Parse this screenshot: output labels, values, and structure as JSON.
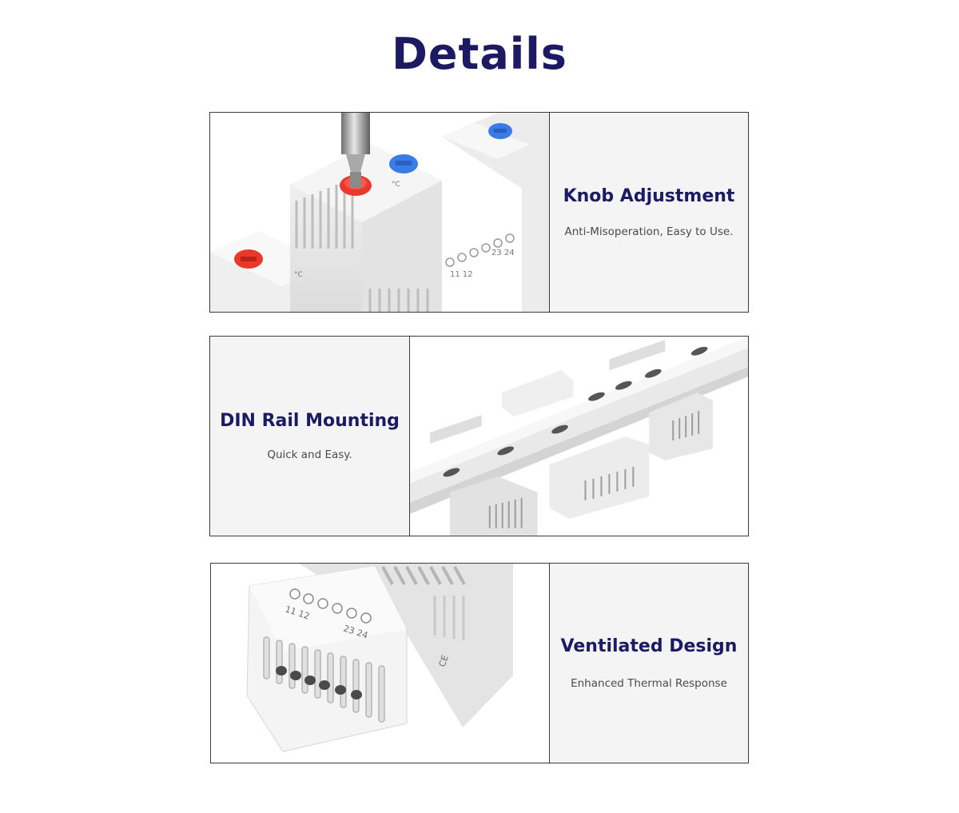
{
  "header": {
    "title": "Details"
  },
  "features": [
    {
      "title": "Knob Adjustment",
      "subtitle": "Anti-Misoperation, Easy to Use."
    },
    {
      "title": "DIN Rail Mounting",
      "subtitle": "Quick and Easy."
    },
    {
      "title": "Ventilated Design",
      "subtitle": "Enhanced Thermal Response"
    }
  ],
  "product_labels": {
    "terminal_left": "11 12",
    "terminal_right": "23 24",
    "celsius": "°C",
    "ce_mark": "CE"
  },
  "colors": {
    "title": "#1c1a63",
    "knob_red": "#e8392b",
    "knob_blue": "#3a7be8",
    "caption_bg": "#f4f4f4"
  }
}
